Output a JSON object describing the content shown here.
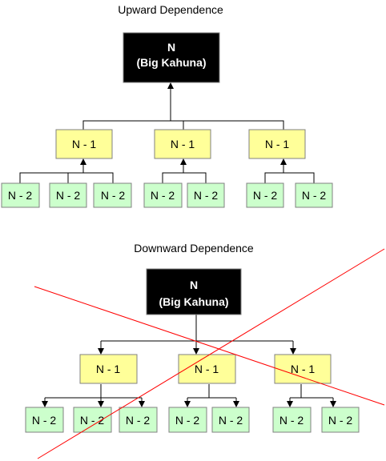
{
  "upward": {
    "title": "Upward Dependence",
    "top": {
      "line1": "N",
      "line2": "(Big Kahuna)"
    },
    "mid_label": "N - 1",
    "leaf_label": "N - 2"
  },
  "downward": {
    "title": "Downward Dependence",
    "top": {
      "line1": "N",
      "line2": "(Big Kahuna)"
    },
    "mid_label": "N - 1",
    "leaf_label": "N - 2",
    "crossed_out": true
  },
  "colors": {
    "top_fill": "#000000",
    "mid_fill": "#ffff99",
    "leaf_fill": "#ccffcc",
    "border": "#808080",
    "cross": "#ff0000"
  }
}
